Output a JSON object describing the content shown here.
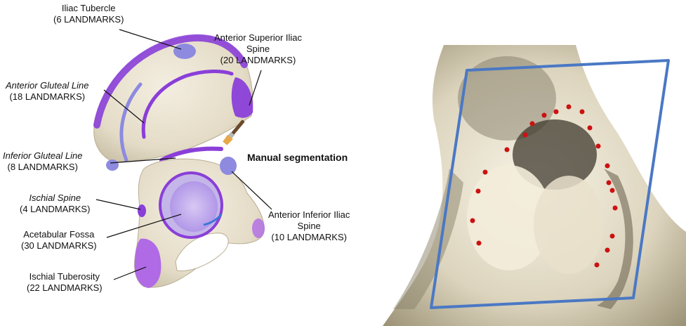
{
  "left_panel": {
    "labels": [
      {
        "id": "iliac-tubercle",
        "name": "Iliac Tubercle",
        "count": "(6 LANDMARKS)",
        "italic": false
      },
      {
        "id": "asis",
        "name": "Anterior Superior Iliac",
        "name2": "Spine",
        "count": "(20 LANDMARKS)",
        "italic": false
      },
      {
        "id": "anterior-gluteal-line",
        "name": "Anterior Gluteal Line",
        "count": "(18 LANDMARKS)",
        "italic": true
      },
      {
        "id": "inferior-gluteal-line",
        "name": "Inferior Gluteal Line",
        "count": "(8 LANDMARKS)",
        "italic": true
      },
      {
        "id": "ischial-spine",
        "name": "Ischial Spine",
        "count": "(4 LANDMARKS)",
        "italic": true
      },
      {
        "id": "acetabular-fossa",
        "name": "Acetabular Fossa",
        "count": "(30 LANDMARKS)",
        "italic": false
      },
      {
        "id": "ischial-tuberosity",
        "name": "Ischial Tuberosity",
        "count": "(22 LANDMARKS)",
        "italic": false
      },
      {
        "id": "aiis",
        "name": "Anterior Inferior Iliac",
        "name2": "Spine",
        "count": "(10 LANDMARKS)",
        "italic": false
      }
    ],
    "manual_segmentation": "Manual segmentation"
  },
  "colors": {
    "bone": "#ebe4d3",
    "bone_shadow": "#c9bfa6",
    "purple": "#8a3fd8",
    "lavender": "#8d8ae0",
    "pink_purple": "#b06ae6",
    "landmark": "#cc1111",
    "bbox": "#4a78c4"
  }
}
